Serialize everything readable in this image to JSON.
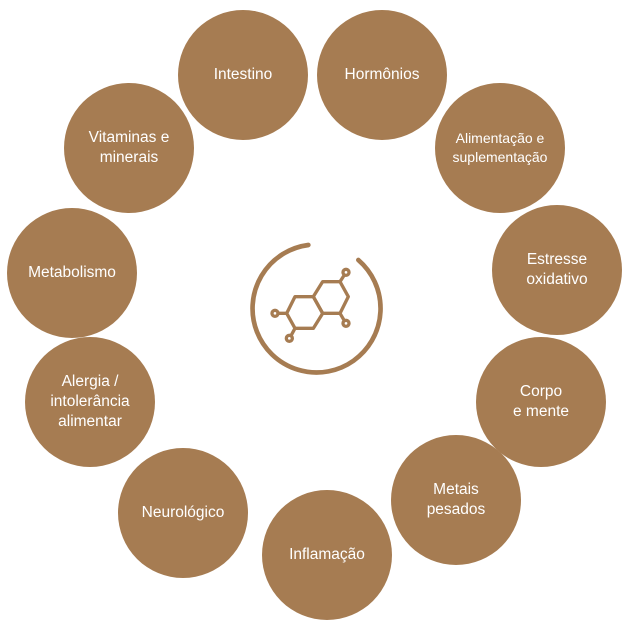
{
  "accent_color": "#a67c52",
  "center_icon": "molecule-icon",
  "topics": [
    {
      "id": "intestino",
      "label": "Intestino"
    },
    {
      "id": "hormonios",
      "label": "Hormônios"
    },
    {
      "id": "alimentacao",
      "label": "Alimentação e\nsuplementação"
    },
    {
      "id": "estresse",
      "label": "Estresse\noxidativo"
    },
    {
      "id": "corpo",
      "label": "Corpo\ne mente"
    },
    {
      "id": "metais",
      "label": "Metais\npesados"
    },
    {
      "id": "inflamacao",
      "label": "Inflamação"
    },
    {
      "id": "neurologico",
      "label": "Neurológico"
    },
    {
      "id": "alergia",
      "label": "Alergia /\nintolerância\nalimentar"
    },
    {
      "id": "metabolismo",
      "label": "Metabolismo"
    },
    {
      "id": "vitaminas",
      "label": "Vitaminas e\nminerais"
    }
  ]
}
